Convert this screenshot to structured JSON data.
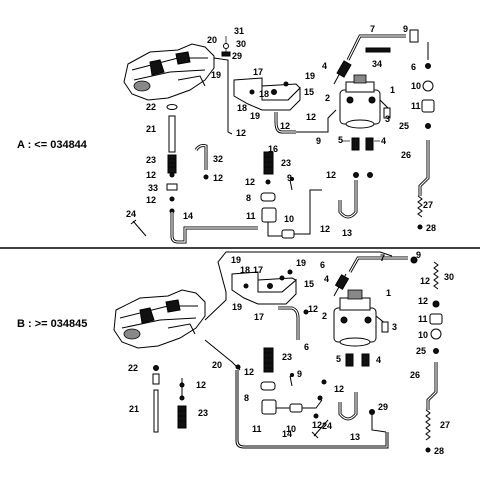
{
  "sections": {
    "a": {
      "label": "A : <= 034844"
    },
    "b": {
      "label": "B : >= 034845"
    }
  },
  "callouts_a": [
    "31",
    "20",
    "30",
    "29",
    "7",
    "9",
    "34",
    "6",
    "4",
    "19",
    "17",
    "15",
    "19",
    "10",
    "18",
    "2",
    "1",
    "11",
    "22",
    "18",
    "12",
    "3",
    "25",
    "21",
    "12",
    "19",
    "12",
    "9",
    "5",
    "4",
    "26",
    "23",
    "16",
    "32",
    "12",
    "23",
    "12",
    "9",
    "12",
    "12",
    "33",
    "27",
    "12",
    "8",
    "24",
    "14",
    "11",
    "10",
    "12",
    "13",
    "28"
  ],
  "callouts_b": [
    "19",
    "18",
    "17",
    "19",
    "6",
    "7",
    "9",
    "30",
    "15",
    "4",
    "12",
    "1",
    "12",
    "19",
    "2",
    "17",
    "3",
    "12",
    "6",
    "11",
    "10",
    "5",
    "4",
    "25",
    "22",
    "20",
    "23",
    "12",
    "12",
    "9",
    "26",
    "12",
    "8",
    "21",
    "23",
    "29",
    "27",
    "11",
    "10",
    "12",
    "24",
    "14",
    "13",
    "28"
  ],
  "colors": {
    "line": "#000000",
    "background": "#ffffff",
    "divider": "#000000"
  }
}
